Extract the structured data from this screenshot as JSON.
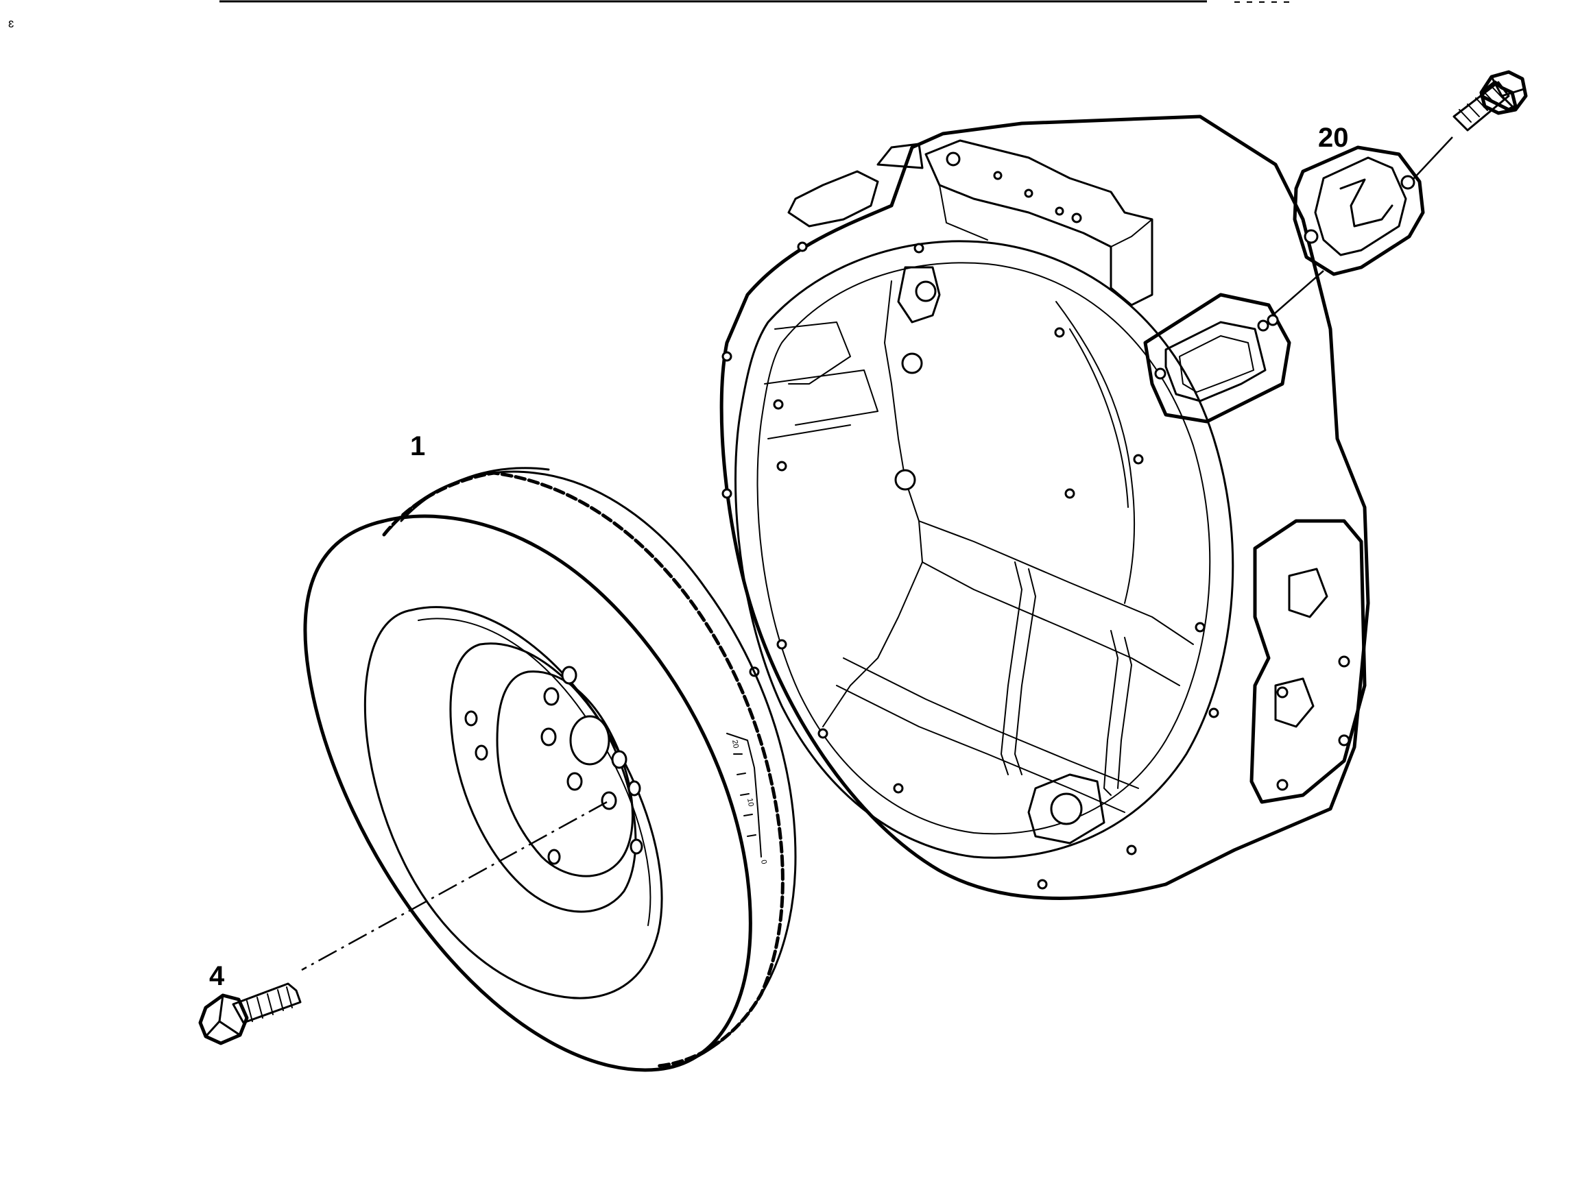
{
  "diagram": {
    "callouts": [
      {
        "id": "flywheel",
        "label": "1"
      },
      {
        "id": "flywheel-bolt",
        "label": "4"
      },
      {
        "id": "cover-plate",
        "label": "20"
      }
    ],
    "scale_marks": [
      "20",
      "10",
      "0"
    ],
    "parts": [
      "flywheel-with-ring-gear",
      "flywheel-bolt",
      "flywheel-housing",
      "inspection-cover-plate",
      "cover-bolt"
    ]
  }
}
